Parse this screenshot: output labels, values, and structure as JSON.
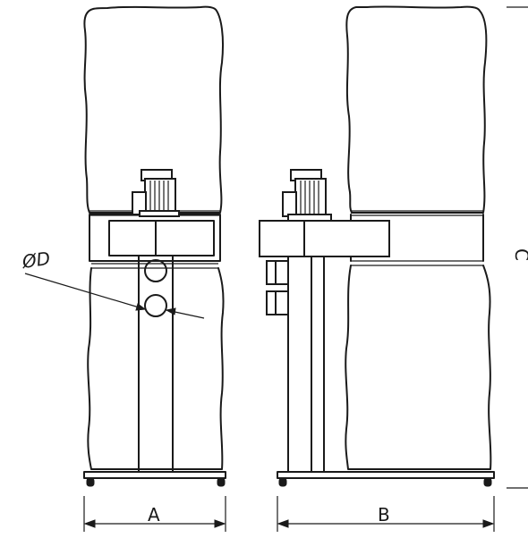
{
  "labels": {
    "width_a": "A",
    "width_b": "B",
    "height_c": "C",
    "diameter_d": "ØD"
  },
  "colors": {
    "line": "#1a1a1a",
    "background": "#ffffff"
  }
}
